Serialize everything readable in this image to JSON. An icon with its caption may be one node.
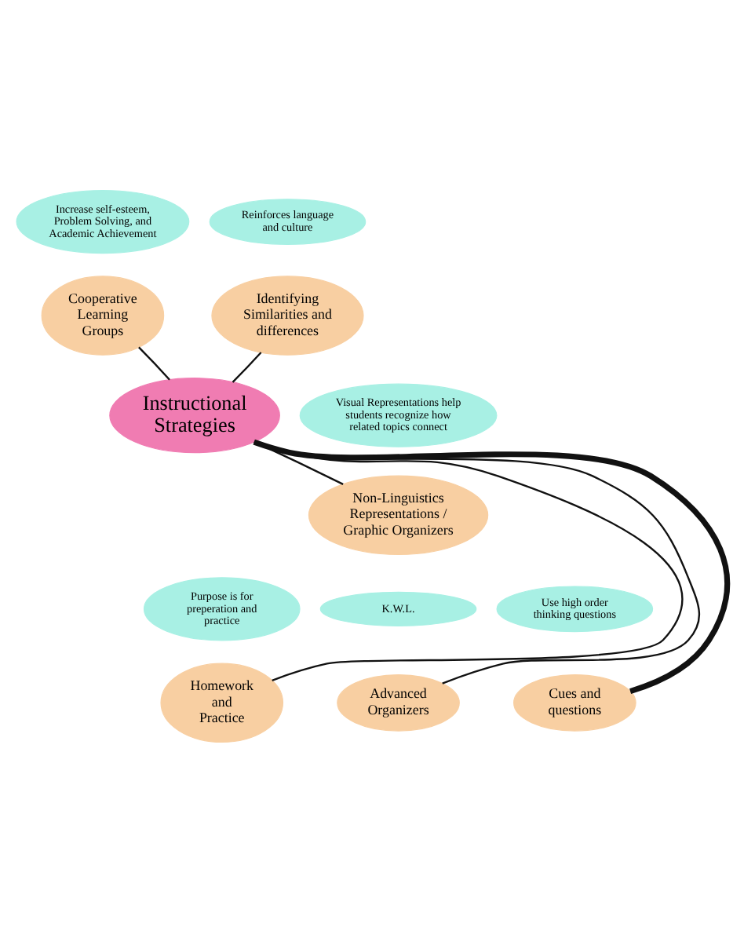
{
  "diagram": {
    "nodes": [
      {
        "text": [
          "Increase self-esteem, Problem Solving, and Academic Achievement"
        ]
      },
      {
        "text": [
          "Reinforces language and culture"
        ]
      },
      {
        "text": [
          "Cooperative Learning Groups"
        ]
      },
      {
        "text": [
          "Identifying Similarities and differences"
        ]
      },
      {
        "text": [
          "Instructional Strategies"
        ]
      },
      {
        "text": [
          "Visual Representations help students recognize how related topics connect"
        ]
      },
      {
        "text": [
          "Non-Linguistics Representations / Graphic Organizers"
        ]
      },
      {
        "text": [
          "Purpose is for preperation and practice"
        ]
      },
      {
        "text": [
          "K.W.L."
        ]
      },
      {
        "text": [
          "Use high order thinking questions"
        ]
      },
      {
        "text": [
          "Homework and Practice"
        ]
      },
      {
        "text": [
          "Advanced Organizers"
        ]
      },
      {
        "text": [
          "Cues and questions"
        ]
      }
    ],
    "edges": [
      {
        "from": 4,
        "to": 2,
        "arrow": "none"
      },
      {
        "from": 4,
        "to": 3,
        "arrow": "none"
      },
      {
        "from": 4,
        "to": 6,
        "arrow": "none"
      },
      {
        "from": 4,
        "to": 10,
        "arrow": "none"
      },
      {
        "from": 4,
        "to": 11,
        "arrow": "none"
      },
      {
        "from": 4,
        "to": 12,
        "arrow": "none",
        "style": "thick"
      }
    ]
  }
}
